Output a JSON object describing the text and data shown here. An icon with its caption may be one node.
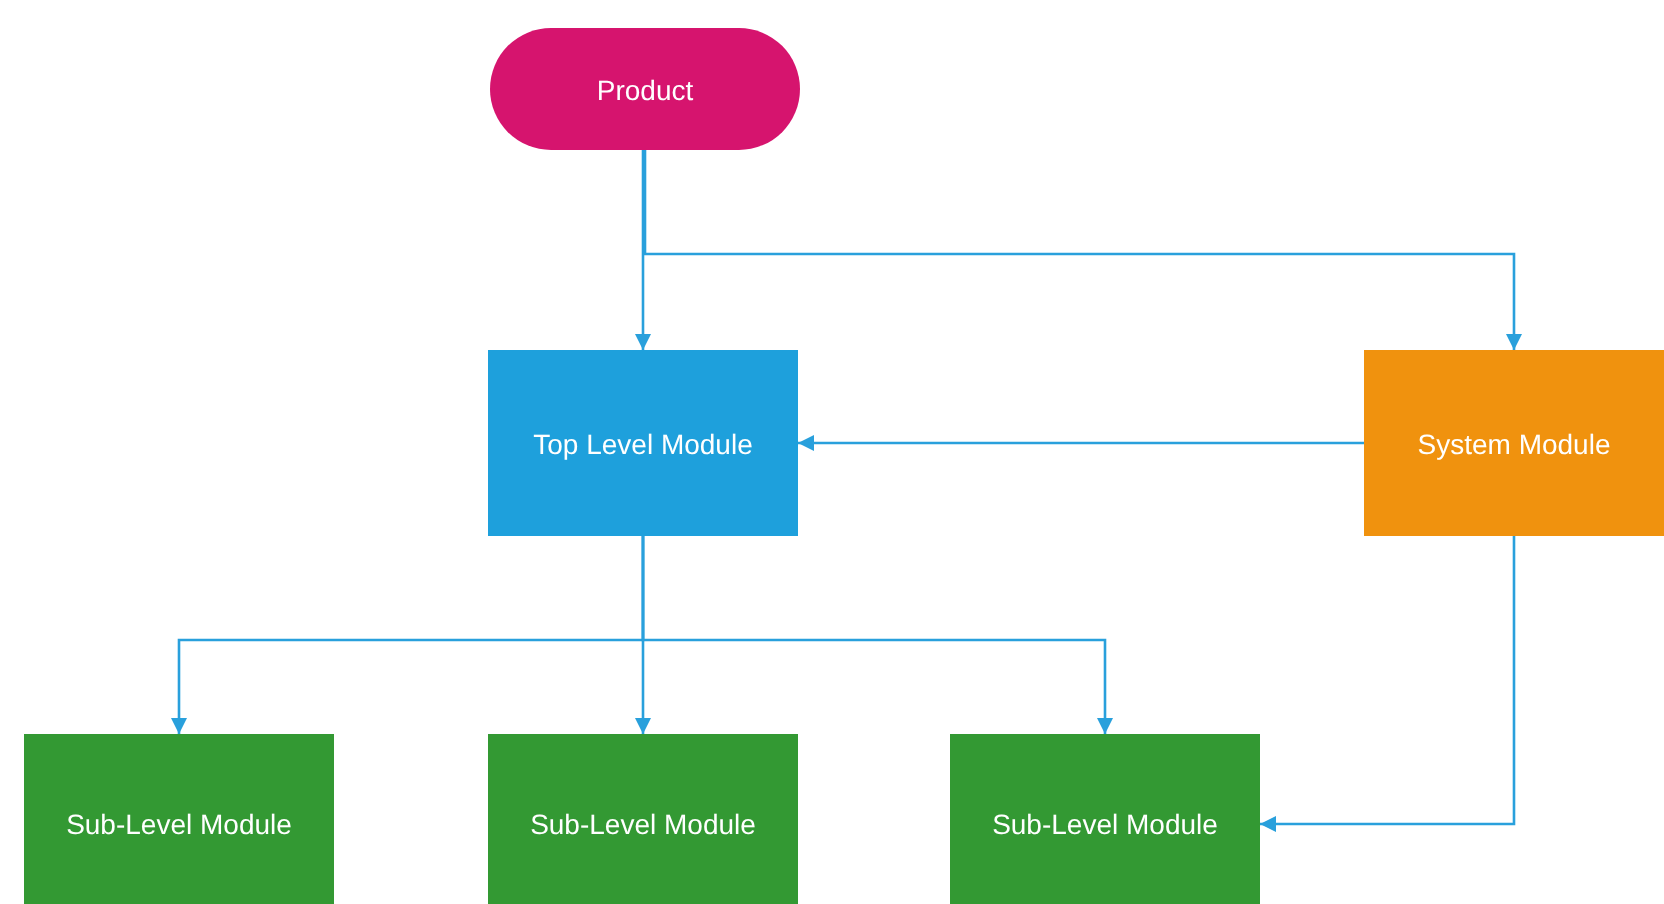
{
  "diagram": {
    "nodes": [
      {
        "text": [
          "Product"
        ]
      },
      {
        "text": [
          "Top Level Module"
        ]
      },
      {
        "text": [
          "System Module"
        ]
      },
      {
        "text": [
          "Sub-Level Module"
        ]
      },
      {
        "text": [
          "Sub-Level Module"
        ]
      },
      {
        "text": [
          "Sub-Level Module"
        ]
      }
    ],
    "edges": [
      {
        "from": 0,
        "to": 1,
        "arrow": "to"
      },
      {
        "from": 0,
        "to": 2,
        "arrow": "to"
      },
      {
        "from": 2,
        "to": 1,
        "arrow": "to"
      },
      {
        "from": 1,
        "to": 3,
        "arrow": "to"
      },
      {
        "from": 1,
        "to": 4,
        "arrow": "to"
      },
      {
        "from": 1,
        "to": 5,
        "arrow": "to"
      },
      {
        "from": 2,
        "to": 5,
        "arrow": "to"
      }
    ]
  }
}
